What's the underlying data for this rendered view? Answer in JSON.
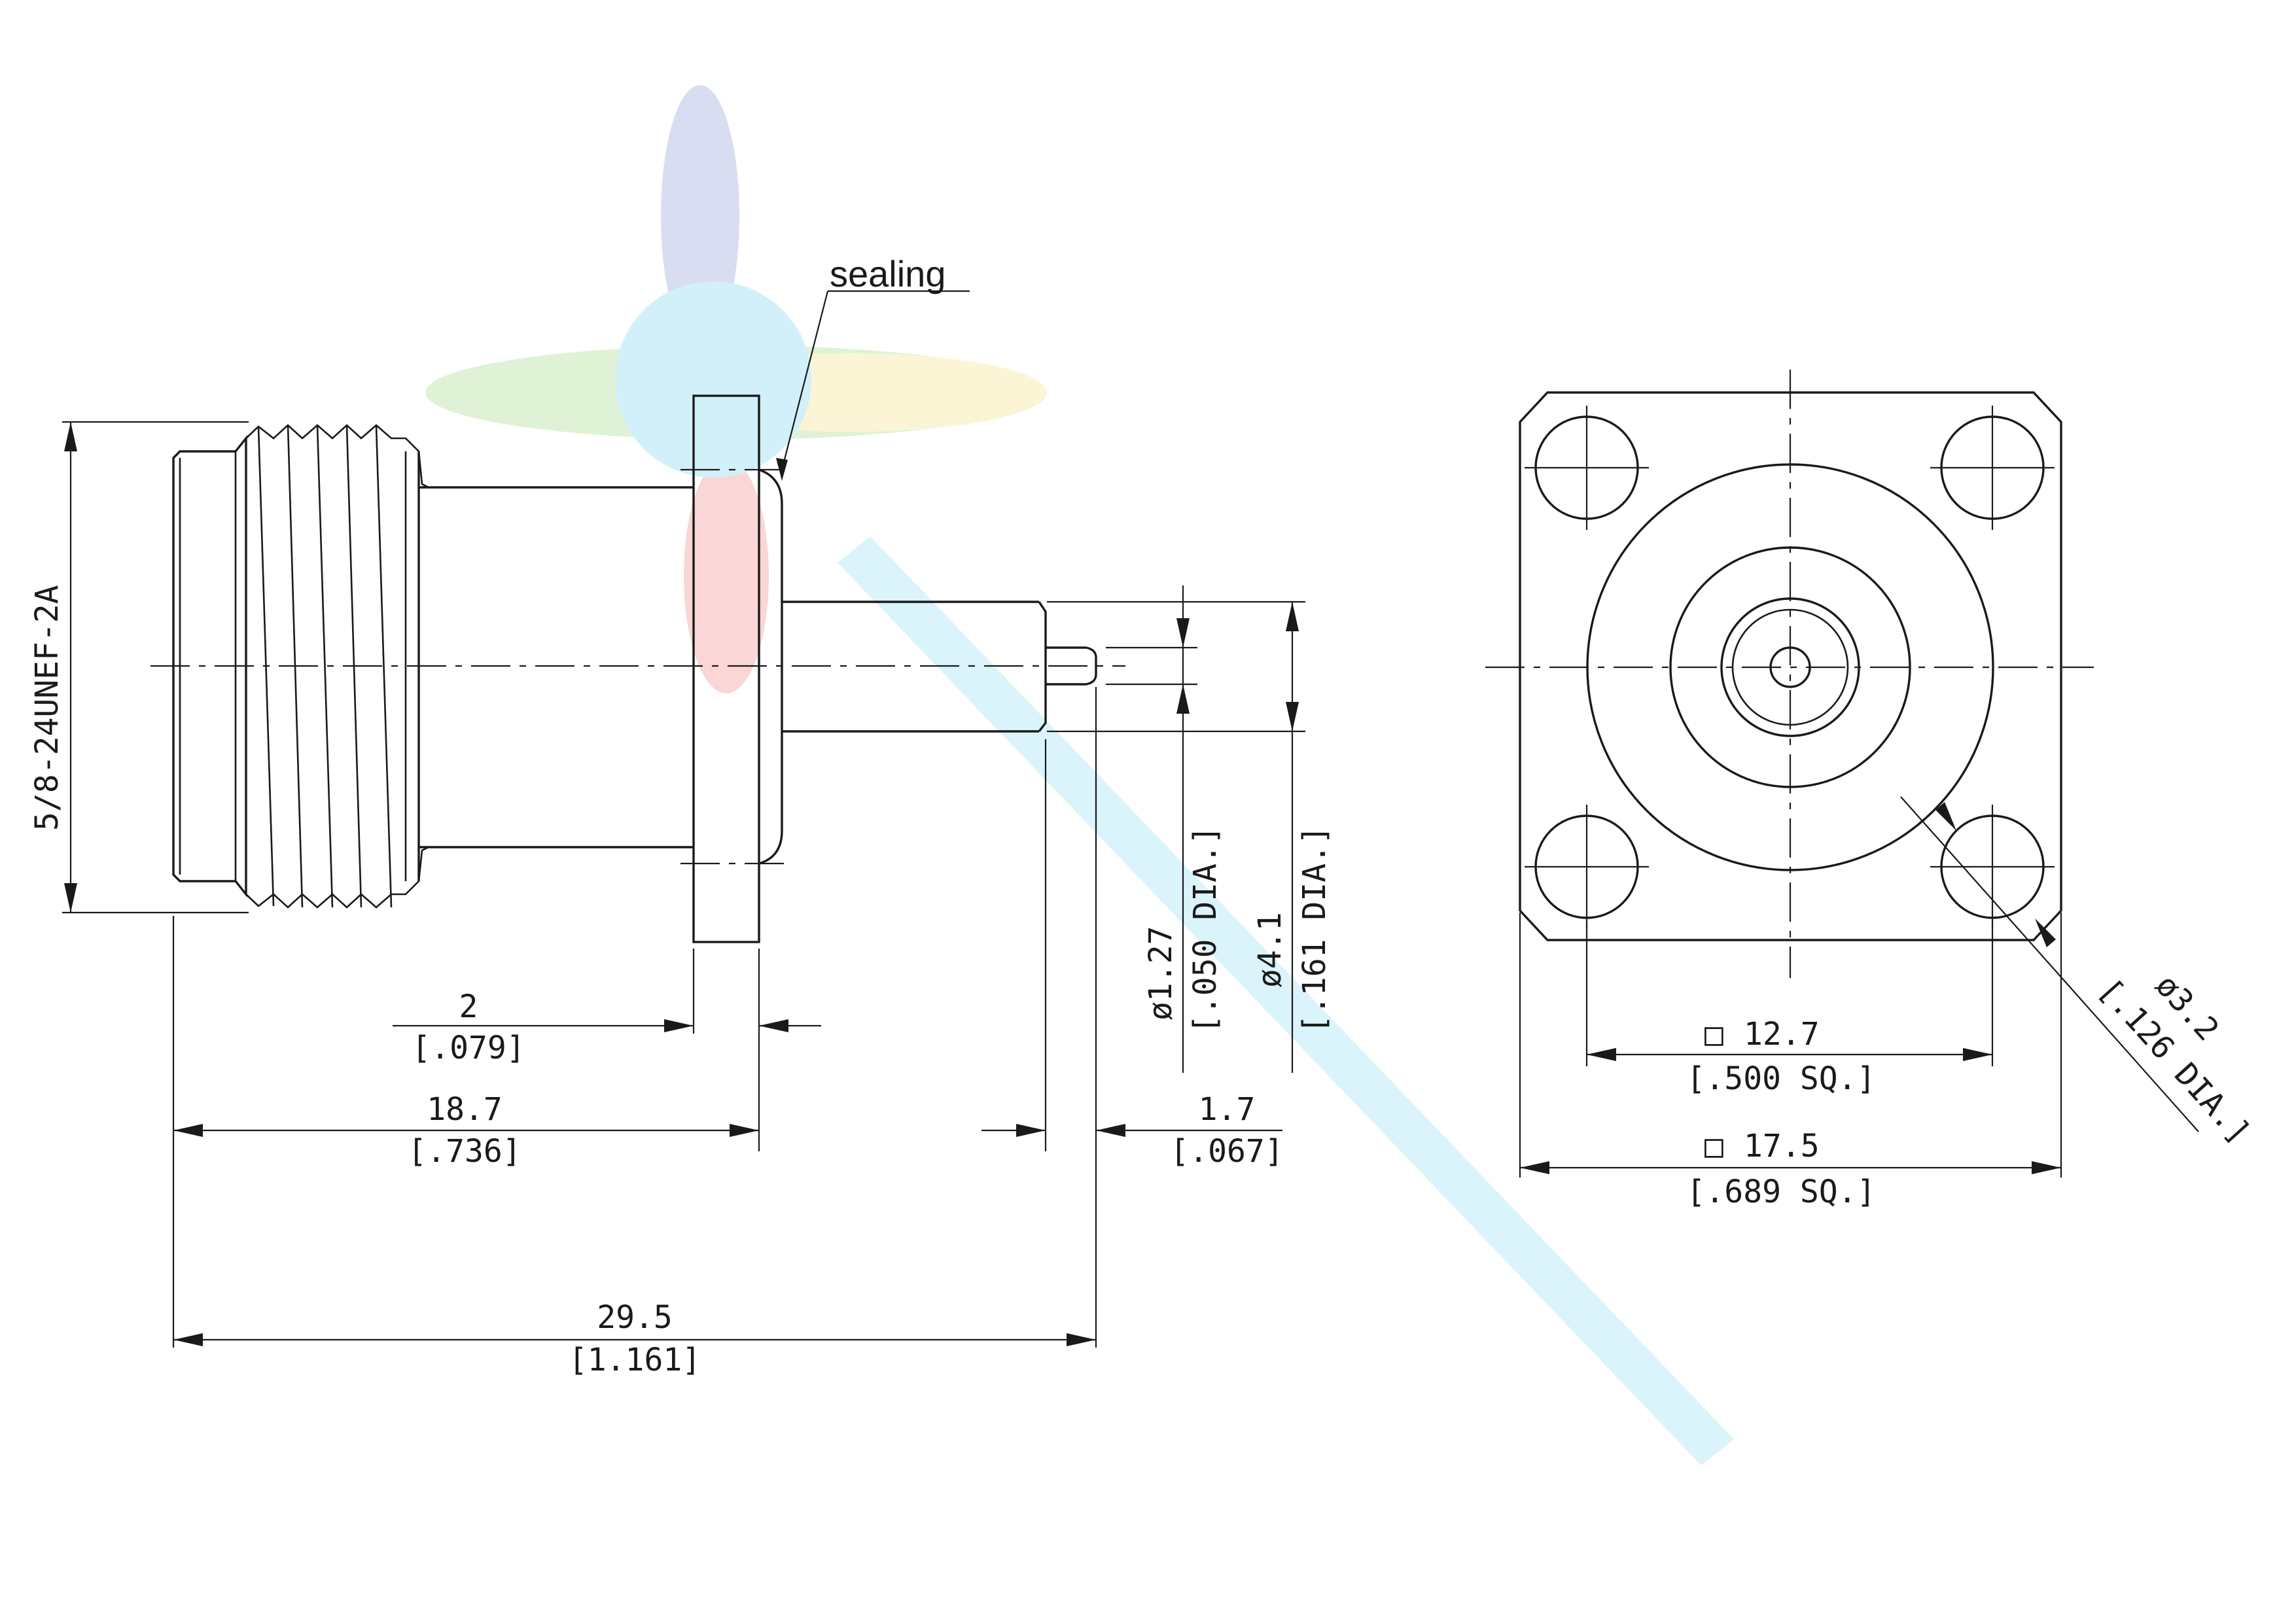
{
  "callout": {
    "sealing": "sealing"
  },
  "thread_spec": "5/8-24UNEF-2A",
  "dimensions": {
    "flange_thickness": {
      "mm": "2",
      "inch": "[.079]"
    },
    "body_length": {
      "mm": "18.7",
      "inch": "[.736]"
    },
    "pin_length": {
      "mm": "1.7",
      "inch": "[.067]"
    },
    "overall_length": {
      "mm": "29.5",
      "inch": "[1.161]"
    },
    "pin_diameter": {
      "mm": "ø1.27",
      "inch": "[.050 DIA.]"
    },
    "insulator_diameter": {
      "mm": "ø4.1",
      "inch": "[.161 DIA.]"
    },
    "hole_spacing": {
      "symbol": "□",
      "mm": "12.7",
      "inch": "[.500 SQ.]"
    },
    "flange_size": {
      "symbol": "□",
      "mm": "17.5",
      "inch": "[.689 SQ.]"
    },
    "mount_hole_diameter": {
      "mm": "ø3.2",
      "inch": "[.126 DIA.]"
    }
  },
  "colors": {
    "line": "#1a1a1a",
    "watermark_cyan": "#7fd3ef",
    "watermark_blue": "#8f9fd8",
    "watermark_green": "#a6d98a",
    "watermark_yellow": "#f3e38a",
    "watermark_red": "#ef8a8a"
  },
  "icons": {
    "watermark_logo": "r-logo-watermark-icon"
  }
}
